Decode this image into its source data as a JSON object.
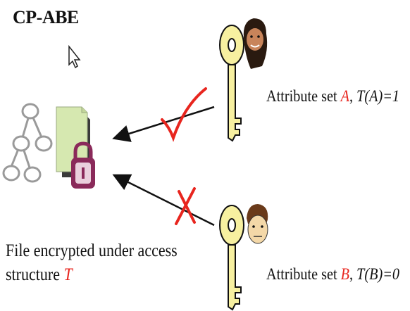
{
  "title": "CP-ABE",
  "users": [
    {
      "prefix": "Attribute set ",
      "set_name": "A",
      "comma": ", ",
      "t_expr": "T(A)=1",
      "verdict": "check"
    },
    {
      "prefix": "Attribute set ",
      "set_name": "B",
      "comma": ", ",
      "t_expr": "T(B)=0",
      "verdict": "cross"
    }
  ],
  "caption": {
    "line1": "File encrypted under access",
    "line2_prefix": "structure ",
    "line2_var": "T"
  },
  "colors": {
    "accent_red": "#e8251e",
    "key_fill": "#f7f0a0",
    "file_fill": "#d6e8b0",
    "lock_color": "#8a2a5a",
    "tree_node": "#9a9a9a"
  },
  "icons": [
    "cursor-icon",
    "access-tree-icon",
    "file-icon",
    "lock-icon",
    "key-icon",
    "user-avatar-icon",
    "check-icon",
    "cross-icon",
    "arrow-icon"
  ]
}
